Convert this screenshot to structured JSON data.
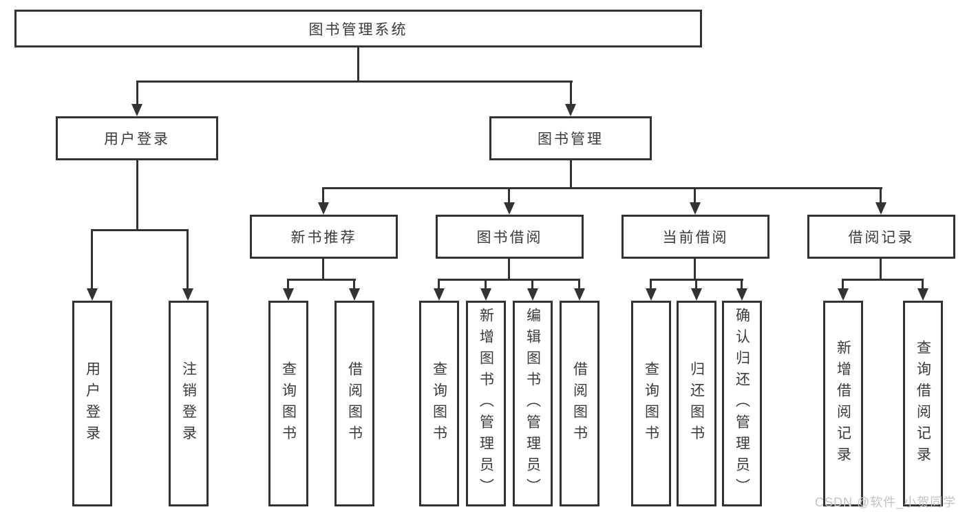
{
  "diagram": {
    "root": "图书管理系统",
    "level2": [
      {
        "label": "用户登录"
      },
      {
        "label": "图书管理"
      }
    ],
    "level3": [
      {
        "label": "新书推荐"
      },
      {
        "label": "图书借阅"
      },
      {
        "label": "当前借阅"
      },
      {
        "label": "借阅记录"
      }
    ],
    "leaves": {
      "userLogin": [
        "用户登录",
        "注销登录"
      ],
      "newBook": [
        "查询图书",
        "借阅图书"
      ],
      "bookBorrow": [
        "查询图书",
        "新增图书（管理员）",
        "编辑图书（管理员）",
        "借阅图书"
      ],
      "currentBorrow": [
        "查询图书",
        "归还图书",
        "确认归还（管理员）"
      ],
      "borrowRecord": [
        "新增借阅记录",
        "查询借阅记录"
      ]
    }
  },
  "watermark": "CSDN @软件_小贺同学",
  "colors": {
    "line": "#333333",
    "node_text": "#3a3a3a",
    "background": "#ffffff",
    "watermark": "#c3c3c3"
  }
}
